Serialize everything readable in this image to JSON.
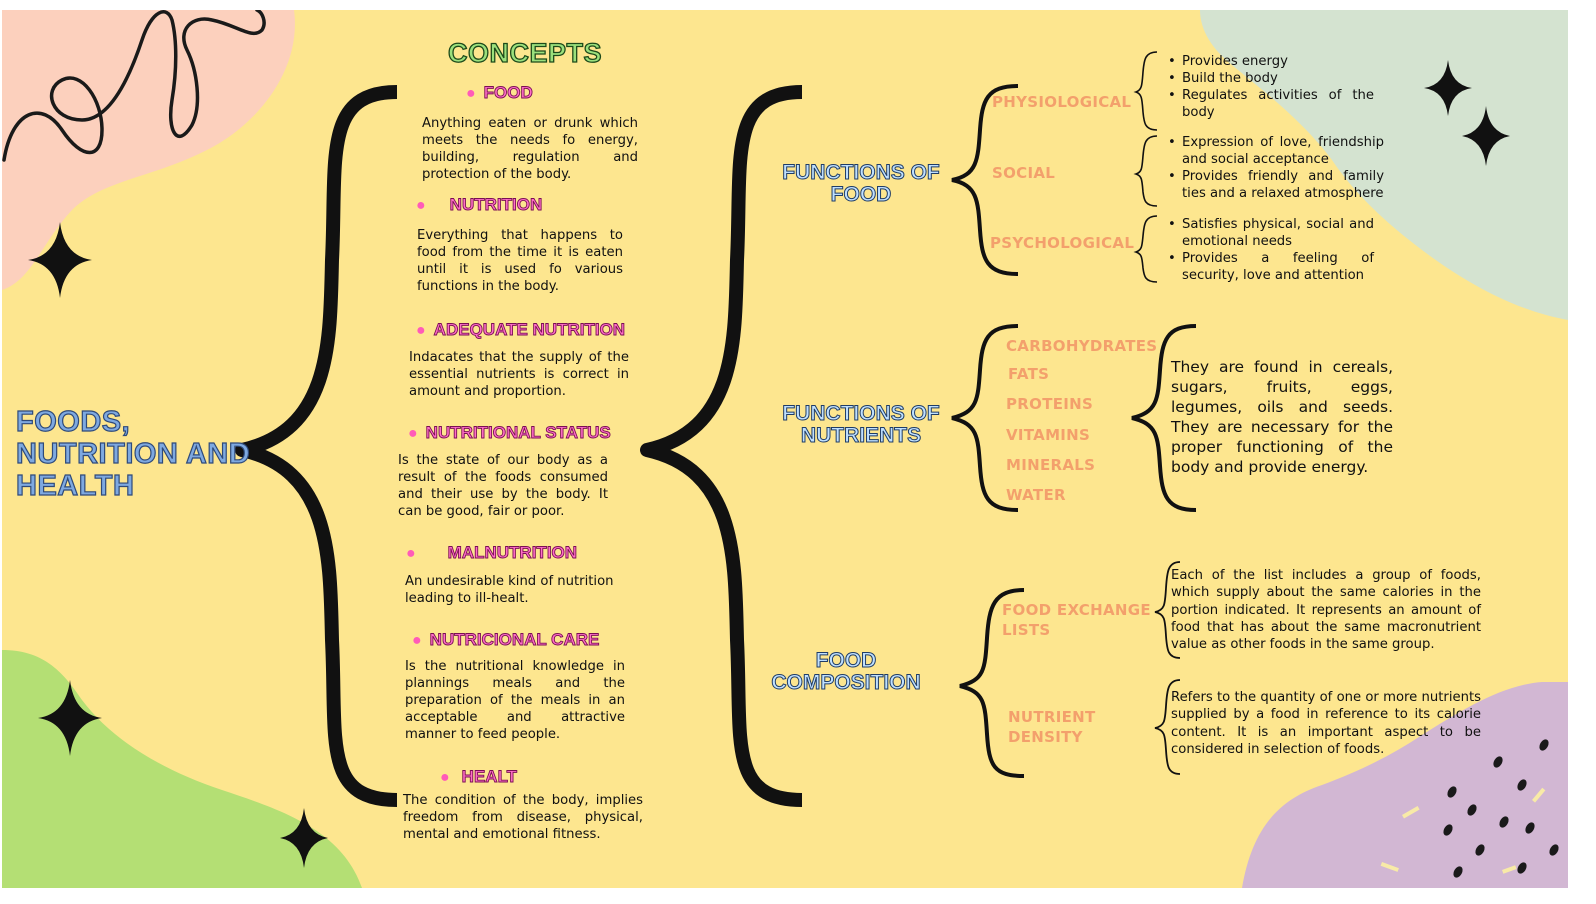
{
  "main_title": [
    "FOODS,",
    "NUTRITION AND",
    "HEALTH"
  ],
  "concepts": {
    "heading": "CONCEPTS",
    "items": [
      {
        "term": "FOOD",
        "desc": "Anything eaten or drunk which meets the needs fo energy, building, regulation and protection of the body."
      },
      {
        "term": "NUTRITION",
        "desc": "Everything that happens to food from the time it is eaten until it is used fo various functions in the body."
      },
      {
        "term": "ADEQUATE NUTRITION",
        "desc": "Indacates that the supply of the essential nutrients is correct in amount and proportion."
      },
      {
        "term": "NUTRITIONAL STATUS",
        "desc": "Is the state of our body as a result of the foods consumed and their use by the body. It can be good, fair or poor."
      },
      {
        "term": "MALNUTRITION",
        "desc": "An undesirable kind of nutrition leading to ill-healt."
      },
      {
        "term": "NUTRICIONAL CARE",
        "desc": "Is the nutritional knowledge in plannings meals and the preparation of the meals in an acceptable and attractive manner to feed people."
      },
      {
        "term": "HEALT",
        "desc": "The condition of the body, implies freedom from disease, physical, mental and emotional fitness."
      }
    ]
  },
  "functions_of_food": {
    "title": [
      "FUNCTIONS OF",
      "FOOD"
    ],
    "groups": [
      {
        "label": "PHYSIOLOGICAL",
        "points": [
          "Provides energy",
          "Build the body",
          "Regulates activities of the body"
        ]
      },
      {
        "label": "SOCIAL",
        "points": [
          "Expression of love, friendship and social acceptance",
          "Provides friendly and family ties and a relaxed atmosphere"
        ]
      },
      {
        "label": "PSYCHOLOGICAL",
        "points": [
          "Satisfies physical, social and emotional needs",
          "Provides a feeling of security, love and attention"
        ]
      }
    ]
  },
  "functions_of_nutrients": {
    "title": [
      "FUNCTIONS OF",
      "NUTRIENTS"
    ],
    "nutrients": [
      "CARBOHYDRATES",
      "FATS",
      "PROTEINS",
      "VITAMINS",
      "MINERALS",
      "WATER"
    ],
    "desc": "They are found in cereals, sugars, fruits, eggs, legumes, oils and seeds. They are necessary for the proper functioning of the body and provide energy."
  },
  "food_composition": {
    "title": [
      "FOOD",
      "COMPOSITION"
    ],
    "items": [
      {
        "label": [
          "FOOD EXCHANGE",
          "LISTS"
        ],
        "desc": "Each of the list includes a group of foods, which supply about the same calories in the portion indicated. It represents an amount of food that has about the same macronutrient value as other foods in the same group."
      },
      {
        "label": [
          "NUTRIENT",
          "DENSITY"
        ],
        "desc": "Refers to the quantity of one or more nutrients supplied by a food in reference to its calorie content. It is an important aspect to be considered in selection of foods."
      }
    ]
  },
  "colors": {
    "background": "#fde68f",
    "blob_pink": "#fcd0bd",
    "blob_green_light": "#d4e3d0",
    "blob_green": "#b4df74",
    "blob_purple": "#d2b7d3",
    "concept_term": "#ff6ec7",
    "section_title": "#bfe0ff",
    "sub_label": "#f3a06c",
    "main_title": "#7ea9e0"
  }
}
